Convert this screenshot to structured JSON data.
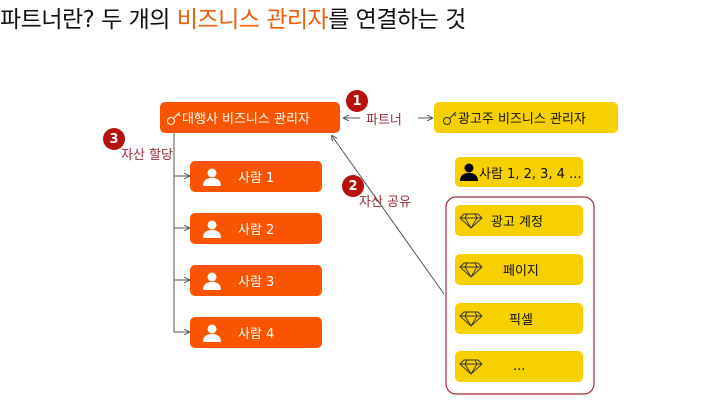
{
  "title": {
    "part1": "파트너란? 두 개의 ",
    "highlight": "비즈니스 관리자",
    "part2": "를 연결하는 것"
  },
  "agency": {
    "label": "대행사 비즈니스 관리자",
    "icon": "key-icon"
  },
  "advertiser": {
    "label": "광고주 비즈니스 관리자",
    "icon": "key-icon"
  },
  "partner_label": "파트너",
  "badges": [
    "1",
    "2",
    "3"
  ],
  "assign_label": "자산 할당",
  "share_label": "자산 공유",
  "people": [
    "사람 1",
    "사람 2",
    "사람 3",
    "사람 4"
  ],
  "people_group": "사람 1, 2, 3, 4 ...",
  "assets": [
    "광고 계정",
    "페이지",
    "픽셀",
    "..."
  ],
  "colors": {
    "orange": "#FA5400",
    "yellow": "#F7D000",
    "red": "#B80F0F",
    "label": "#A0283C"
  }
}
